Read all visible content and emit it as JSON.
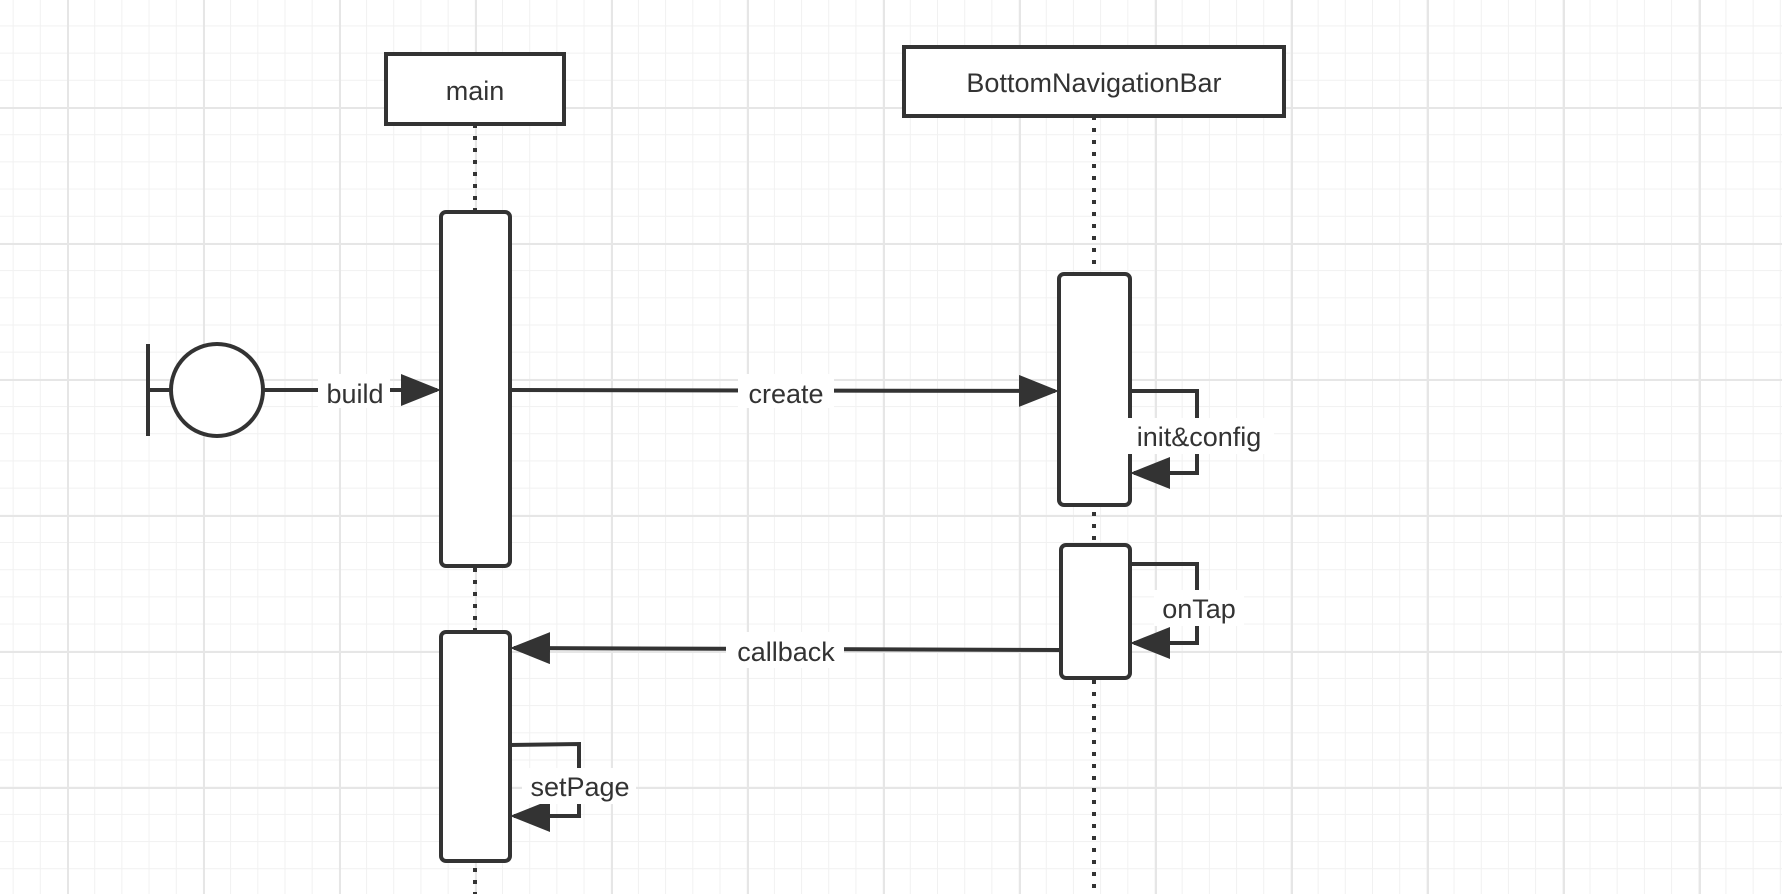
{
  "participants": {
    "main": "main",
    "navbar": "BottomNavigationBar"
  },
  "messages": {
    "build": "build",
    "create": "create",
    "init_config": "init&config",
    "on_tap": "onTap",
    "callback": "callback",
    "set_page": "setPage"
  },
  "colors": {
    "stroke": "#333333",
    "grid_major": "#e6e6e6",
    "grid_minor": "#f1f1f1"
  }
}
